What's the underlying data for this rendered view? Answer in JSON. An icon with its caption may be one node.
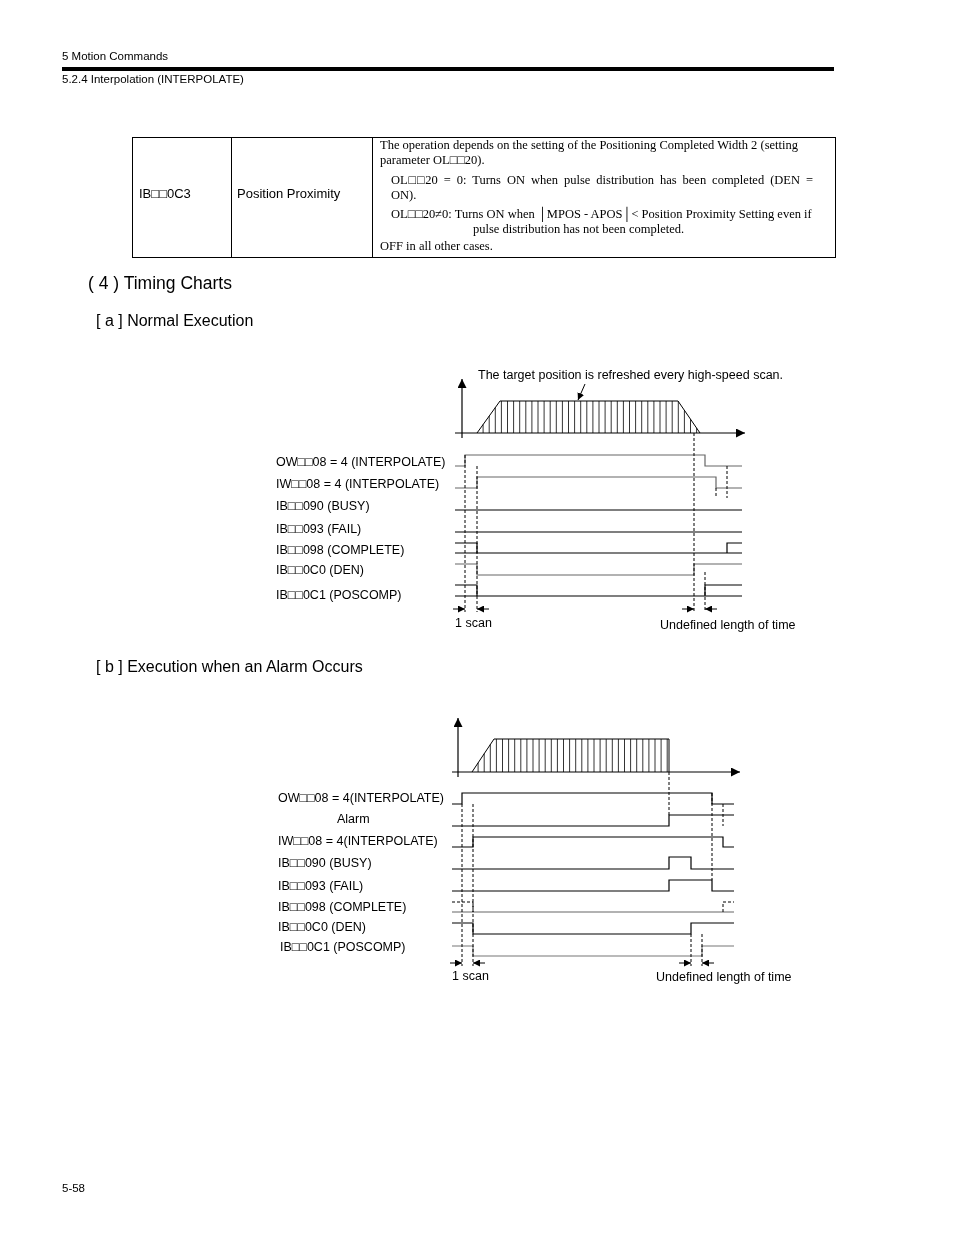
{
  "diagram": {
    "nodes": [
      {
        "text": [
          "The target position is refreshed every high-speed scan."
        ]
      },
      {
        "text": [],
        "shape": "trapezoid"
      }
    ],
    "edges": [
      {
        "from": 0,
        "to": 1,
        "arrow": "to"
      }
    ],
    "labels": [
      "5 Motion Commands",
      "5.2.4 Interpolation (INTERPOLATE)",
      "IB□□0C3",
      "Position Proximity",
      "The operation depends on the setting of the Positioning Completed Width 2 (setting parameter OL□□20).",
      "OL□□20 = 0: Turns ON when pulse distribution has been completed (DEN = ON).",
      "OL□□20≠0: Turns ON when │MPOS - APOS│< Position Proximity Setting even if pulse distribution has not been completed.",
      "OFF in all other cases.",
      "( 4 )  Timing Charts",
      "[ a ]  Normal Execution",
      "OW□□08 = 4 (INTERPOLATE)",
      "IW□□08 = 4 (INTERPOLATE)",
      "IB□□090 (BUSY)",
      "IB□□093 (FAIL)",
      "IB□□098 (COMPLETE)",
      "IB□□0C0 (DEN)",
      "IB□□0C1 (POSCOMP)",
      "1 scan",
      "Undefined length of time",
      "[ b ]  Execution when an Alarm Occurs",
      "OW□□08 = 4(INTERPOLATE)",
      "Alarm",
      "IW□□08 = 4(INTERPOLATE)",
      "IB□□090 (BUSY)",
      "IB□□093 (FAIL)",
      "IB□□098 (COMPLETE)",
      "IB□□0C0 (DEN)",
      "IB□□0C1 (POSCOMP)",
      "1 scan",
      "Undefined length of time",
      "5-58"
    ]
  }
}
